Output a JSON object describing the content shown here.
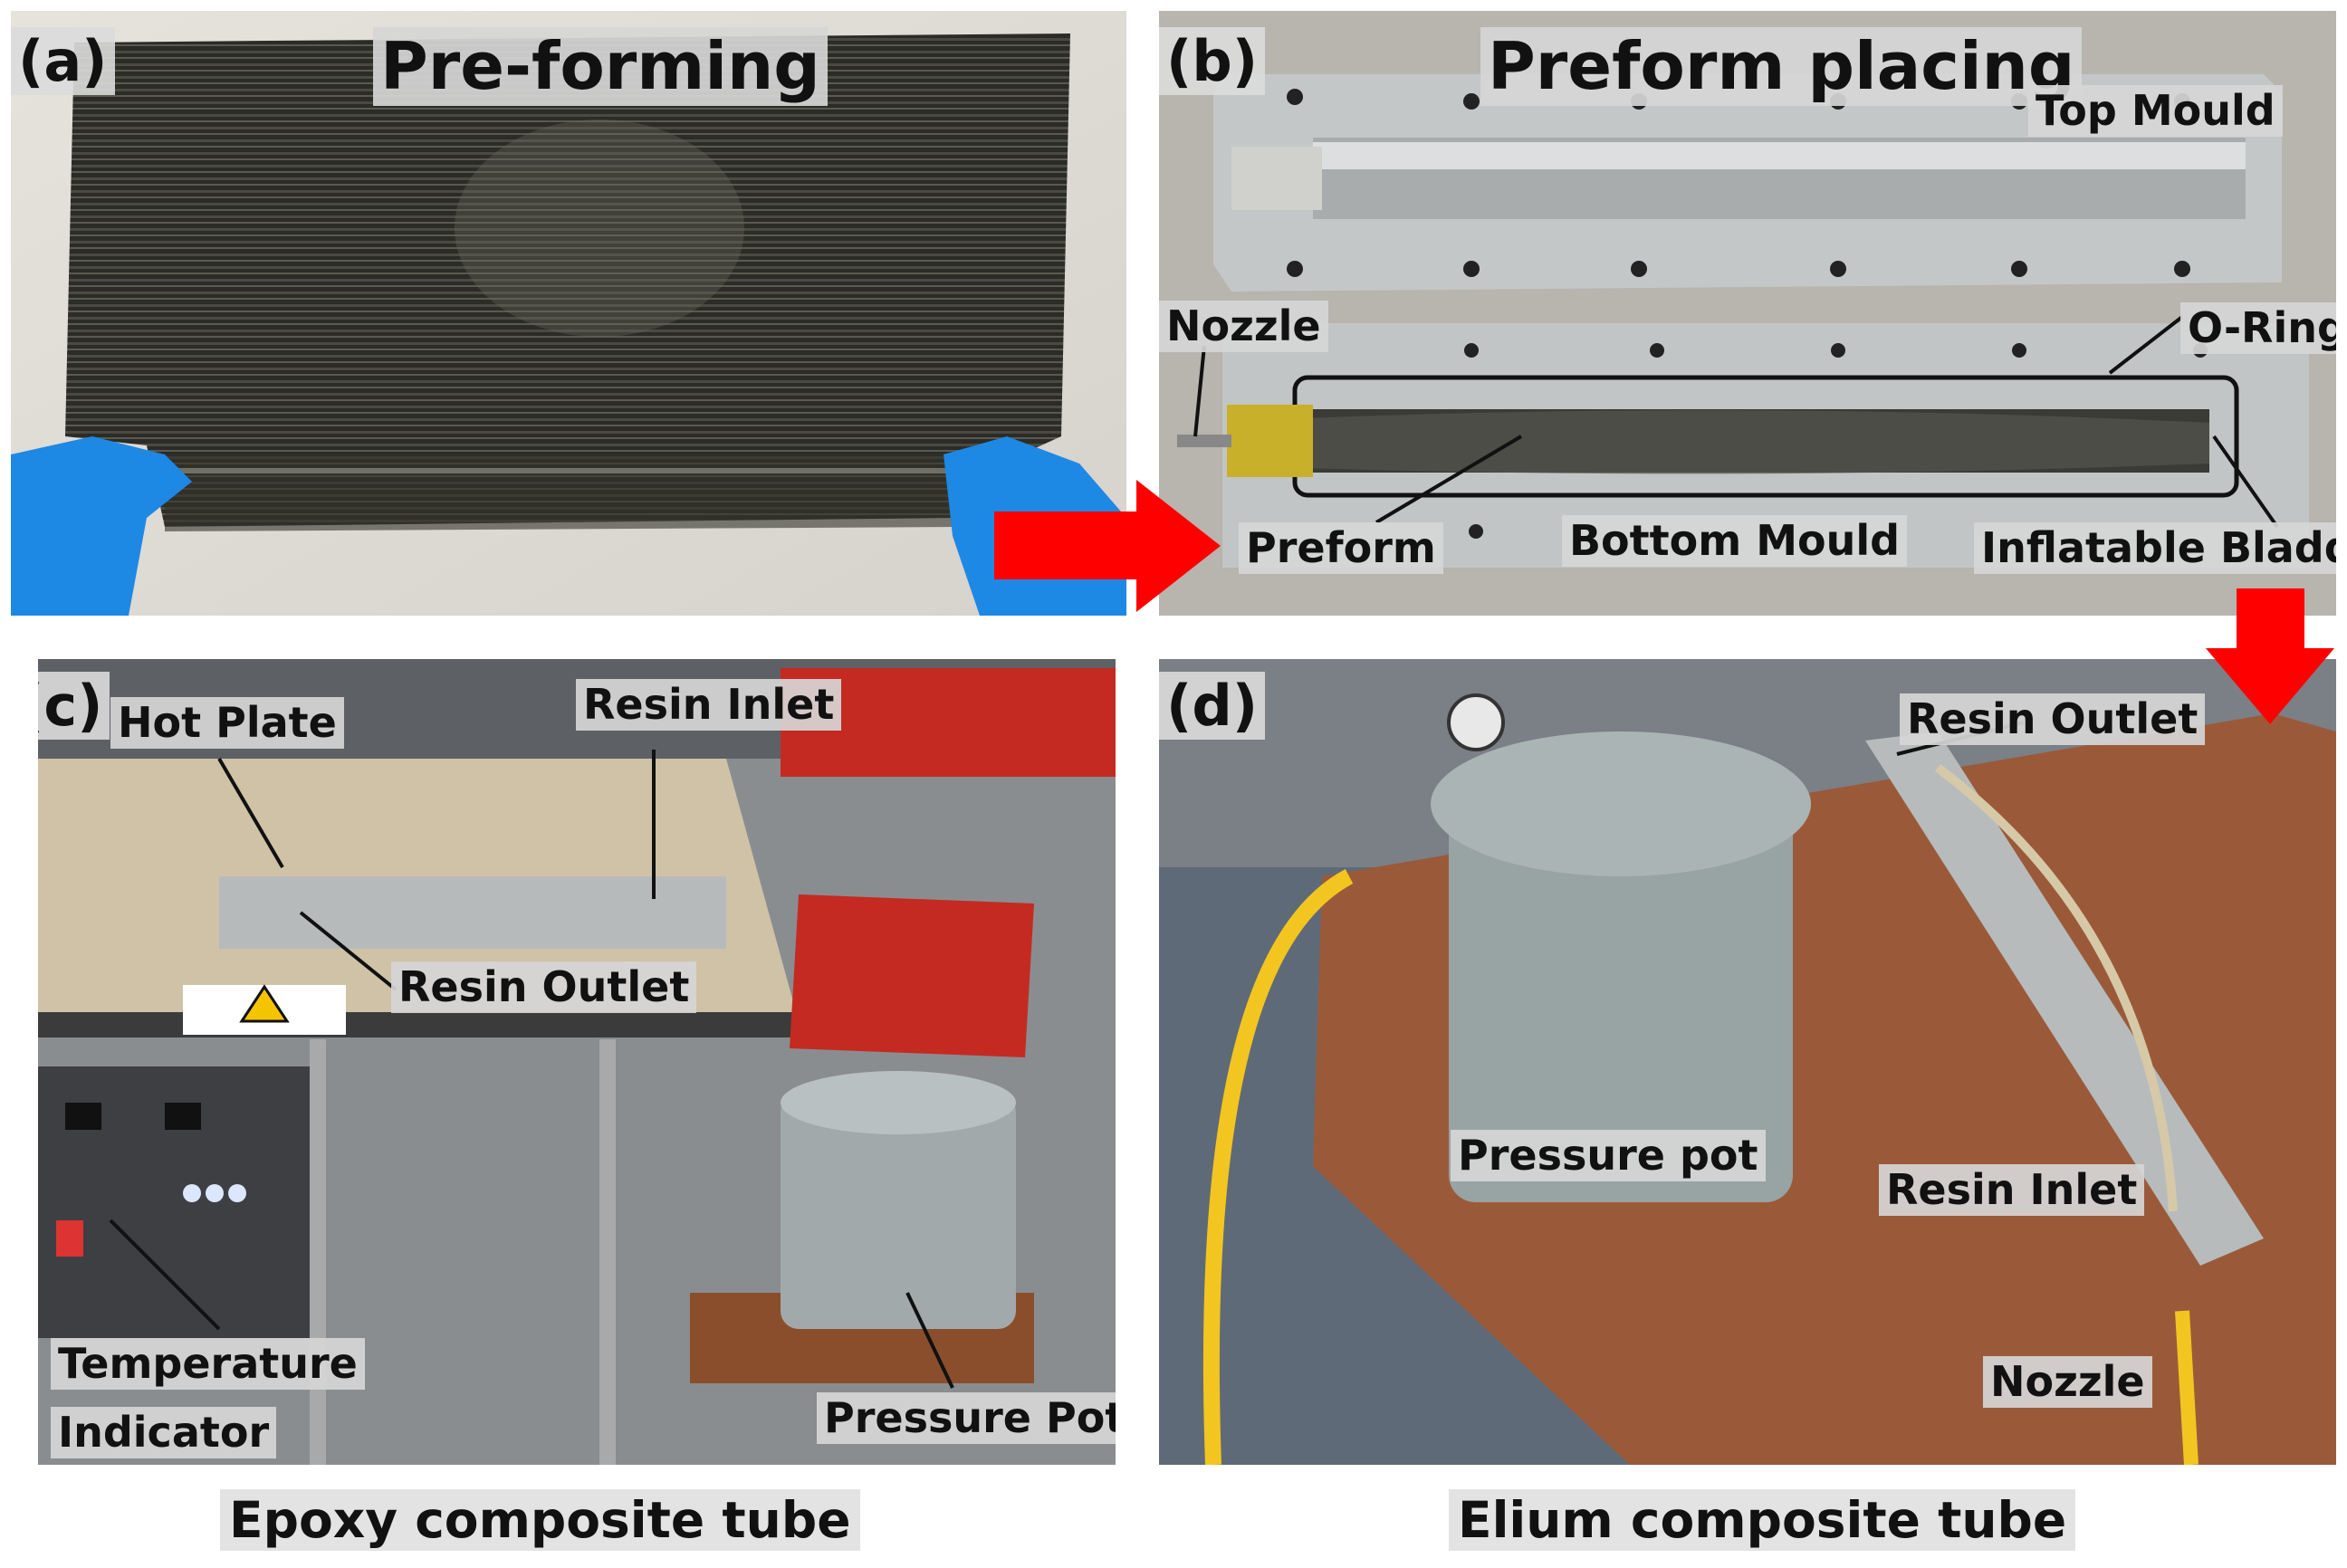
{
  "panels": {
    "a": {
      "letter": "(a)",
      "title": "Pre-forming"
    },
    "b": {
      "letter": "(b)",
      "title": "Preform placing",
      "labels": {
        "top_mould": "Top Mould",
        "nozzle": "Nozzle",
        "o_ring": "O-Ring",
        "preform": "Preform",
        "bottom_mould": "Bottom Mould",
        "bladder": "Inflatable Bladder"
      }
    },
    "c": {
      "letter": "(c)",
      "labels": {
        "hot_plate": "Hot Plate",
        "resin_inlet": "Resin Inlet",
        "resin_outlet": "Resin Outlet",
        "temp_line1": "Temperature",
        "temp_line2": "Indicator",
        "pressure_pot": "Pressure Pot"
      }
    },
    "d": {
      "letter": "(d)",
      "labels": {
        "resin_outlet": "Resin Outlet",
        "pressure_pot": "Pressure pot",
        "resin_inlet": "Resin Inlet",
        "nozzle": "Nozzle"
      }
    }
  },
  "captions": {
    "left": "Epoxy composite tube",
    "right": "Elium composite tube"
  },
  "colors": {
    "arrow": "#ff0000",
    "glove": "#1e88e5",
    "carbon": "#2a2a24",
    "aluminium": "#b9bcbd",
    "bench": "#9a5a3a"
  }
}
